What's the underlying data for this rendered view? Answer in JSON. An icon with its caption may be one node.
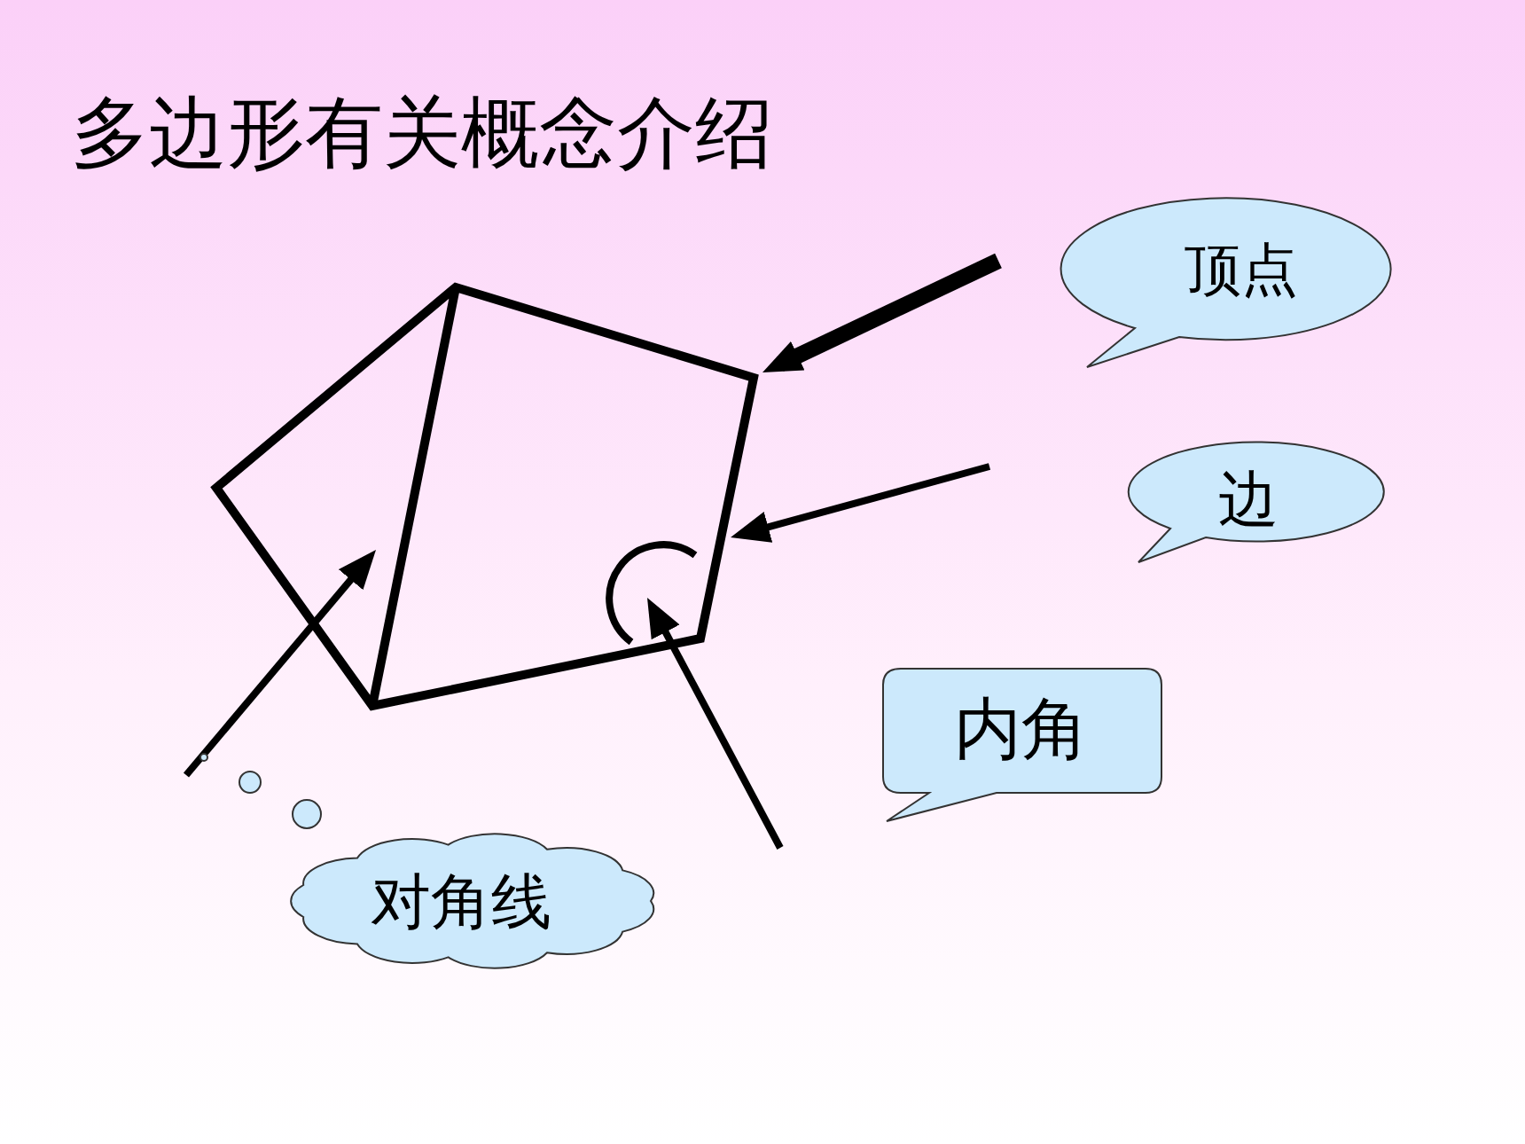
{
  "diagram": {
    "title": "多边形有关概念介绍",
    "nodes": [
      {
        "text": [
          "顶点"
        ]
      },
      {
        "text": [
          "边"
        ]
      },
      {
        "text": [
          "内角"
        ]
      },
      {
        "text": [
          "对角线"
        ]
      },
      {
        "text": [],
        "shape": "pentagon"
      }
    ],
    "edges": [
      {
        "from": null,
        "to": 4,
        "arrow": "to",
        "style": "thick"
      },
      {
        "from": null,
        "to": 4,
        "arrow": "to"
      },
      {
        "from": null,
        "to": 4,
        "arrow": "to"
      },
      {
        "from": 3,
        "to": 4,
        "arrow": "to"
      }
    ]
  }
}
